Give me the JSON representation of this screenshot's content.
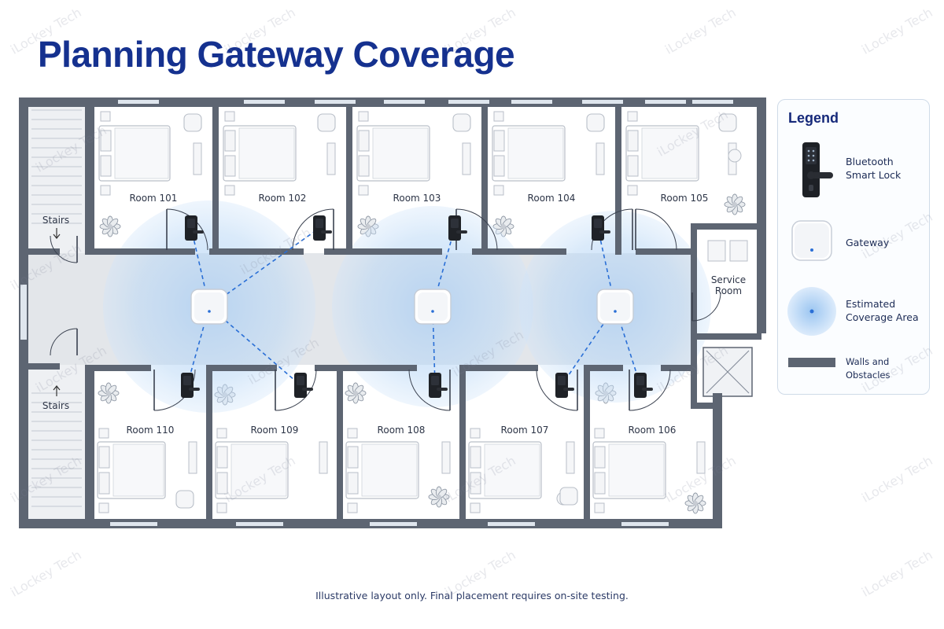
{
  "title": "Planning Gateway Coverage",
  "footer_note": "Illustrative layout only. Final placement requires on-site testing.",
  "watermark": "iLockey Tech",
  "rooms": {
    "top": [
      "Room 101",
      "Room 102",
      "Room 103",
      "Room 104",
      "Room 105"
    ],
    "bottom": [
      "Room 110",
      "Room 109",
      "Room 108",
      "Room 107",
      "Room 106"
    ]
  },
  "stairs_label": "Stairs",
  "service_room_label": [
    "Service",
    "Room"
  ],
  "legend": {
    "title": "Legend",
    "smart_lock": [
      "Bluetooth",
      "Smart Lock"
    ],
    "gateway": "Gateway",
    "coverage": [
      "Estimated",
      "Coverage Area"
    ],
    "walls": "Walls and Obstacles"
  },
  "colors": {
    "title": "#15318f",
    "wall": "#5d6572",
    "coverage": "#a9cdf3",
    "link_line": "#2a6fd6",
    "corridor": "#e3e6ea"
  },
  "gateway_count": 3,
  "smart_lock_count": 10
}
